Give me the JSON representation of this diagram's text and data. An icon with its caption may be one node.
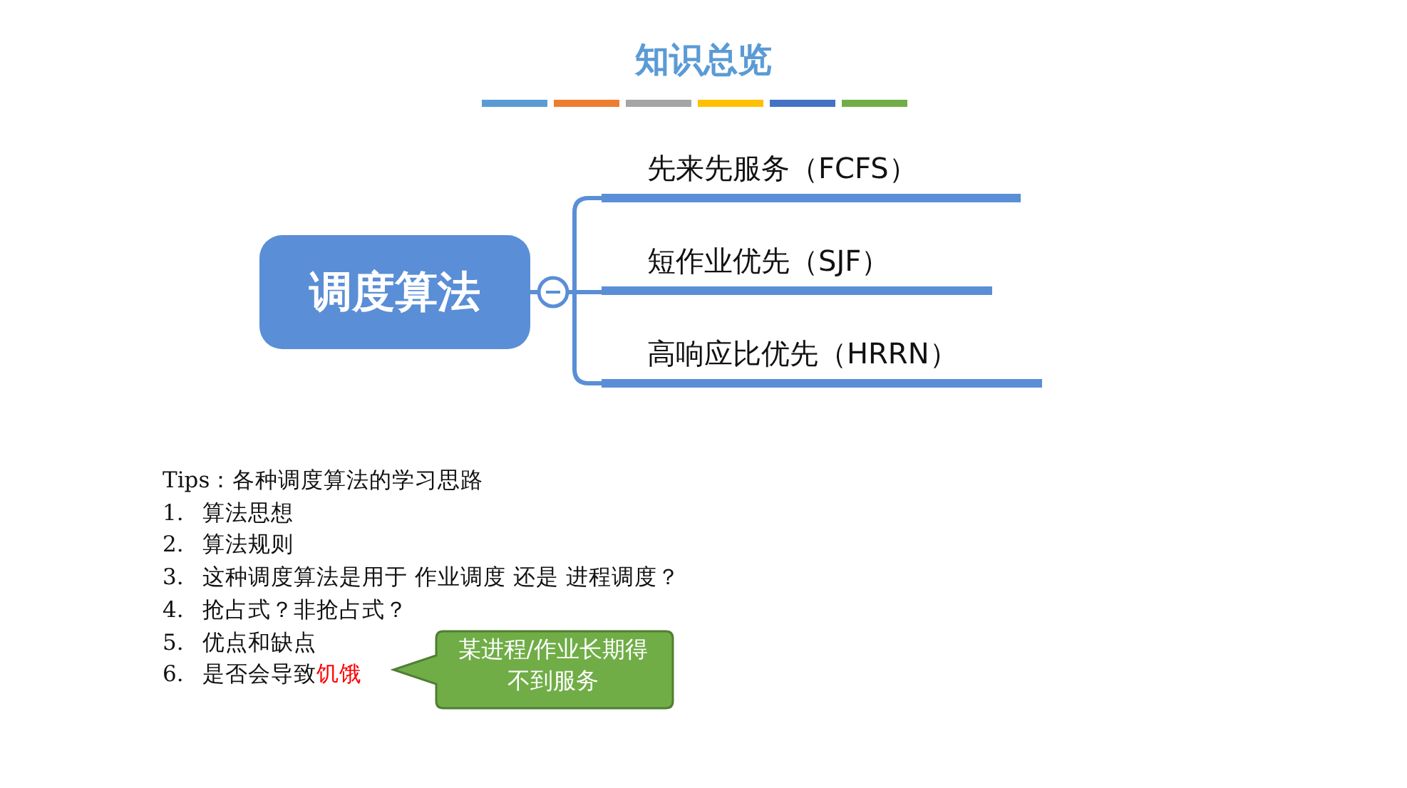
{
  "diagram": {
    "title": "知识总览",
    "nodes": [
      {
        "text": [
          "调度算法"
        ]
      },
      {
        "text": [
          "先来先服务（FCFS）"
        ]
      },
      {
        "text": [
          "短作业优先（SJF）"
        ]
      },
      {
        "text": [
          "高响应比优先（HRRN）"
        ]
      },
      {
        "text": [
          "某进程/作业长期得不到服务"
        ]
      }
    ],
    "edges": [
      {
        "from": 0,
        "to": 1,
        "arrow": "none"
      },
      {
        "from": 0,
        "to": 2,
        "arrow": "none"
      },
      {
        "from": 0,
        "to": 3,
        "arrow": "none"
      }
    ],
    "labels": [
      "Tips：各种调度算法的学习思路",
      "1.",
      "算法思想",
      "2.",
      "算法规则",
      "3.",
      "这种调度算法是用于 作业调度 还是 进程调度？",
      "4.",
      "抢占式？非抢占式？",
      "5.",
      "优点和缺点",
      "6.",
      "是否会导致",
      "饥饿"
    ]
  }
}
